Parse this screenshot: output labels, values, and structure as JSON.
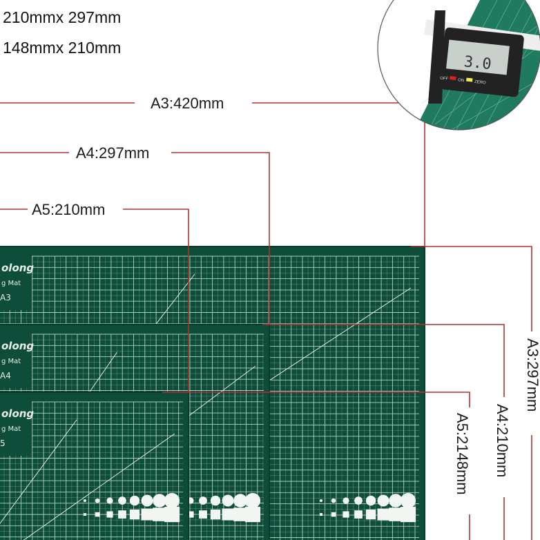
{
  "specs": {
    "a4_size": "210mmx 297mm",
    "a5_size": "148mmx 210mm"
  },
  "labels": {
    "a3_width": "A3:420mm",
    "a4_width": "A4:297mm",
    "a5_width": "A5:210mm",
    "a3_height": "A3:297mm",
    "a4_height": "A4:210mm",
    "a5_height": "A5:2148mm"
  },
  "mats": [
    {
      "brand": "olong",
      "subtitle": "g Mat",
      "size": "A3"
    },
    {
      "brand": "olong",
      "subtitle": "g Mat",
      "size": "A4"
    },
    {
      "brand": "olong",
      "subtitle": "g Mat",
      "size": "5"
    }
  ],
  "caliper": {
    "reading": "3.0",
    "off_label": "OFF",
    "on_label": "ON",
    "zero_label": "ZERO"
  },
  "colors": {
    "mat": "#0f4d3b",
    "grid": "#cfe3d6",
    "annotation": "#b03030",
    "caliper_mat": "#1f7a60"
  }
}
